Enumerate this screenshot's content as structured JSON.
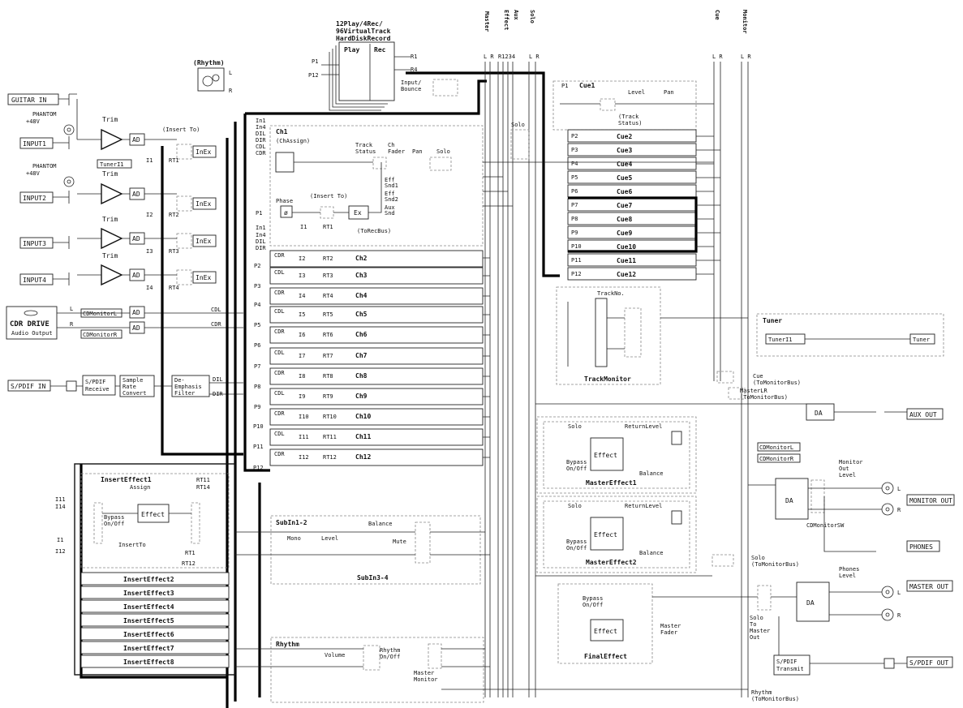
{
  "inputs": {
    "guitar_in": "GUITAR IN",
    "input1": "INPUT1",
    "input2": "INPUT2",
    "input3": "INPUT3",
    "input4": "INPUT4",
    "spdif_in": "S/PDIF IN",
    "phantom": "PHANTOM",
    "plus48v": "+48V",
    "trim": "Trim",
    "insert_to": "(Insert To)",
    "tuner_i1": "TunerI1",
    "ad": "AD",
    "inex": "InEx",
    "i_labels": [
      "I1",
      "I2",
      "I3",
      "I4"
    ],
    "rt_labels": [
      "RT1",
      "RT2",
      "RT3",
      "RT4"
    ]
  },
  "cdr": {
    "title": "CDR DRIVE",
    "subtitle": "Audio Output",
    "monitor_l": "CDMonitorL",
    "monitor_r": "CDMonitorR",
    "cdl": "CDL",
    "cdr": "CDR",
    "l": "L",
    "r": "R"
  },
  "spdif": {
    "receive": [
      "S/PDIF",
      "Receive"
    ],
    "src": [
      "Sample",
      "Rate",
      "Convert"
    ],
    "deemph": [
      "De-",
      "Emphasis",
      "Filter"
    ],
    "dil": "DIL",
    "dir": "DIR"
  },
  "recorder": {
    "title": [
      "12Play/4Rec/",
      "96VirtualTrack",
      "HardDiskRecord"
    ],
    "play": "Play",
    "rec": "Rec",
    "p1": "P1",
    "p12": "P12",
    "r1": "R1",
    "r4": "R4",
    "input_bounce": [
      "Input/",
      "Bounce"
    ]
  },
  "rhythm_top": "(Rhythm)",
  "channel1": {
    "title": "Ch1",
    "assign": "(ChAssign)",
    "in_labels": [
      "In1",
      "In4",
      "DIL",
      "DIR",
      "CDL",
      "CDR"
    ],
    "in_labels2": [
      "In1",
      "In4",
      "DIL",
      "DIR"
    ],
    "track_status": [
      "Track",
      "Status"
    ],
    "ch_fader": [
      "Ch",
      "Fader"
    ],
    "pan": "Pan",
    "solo": "Solo",
    "eff_snd1": [
      "Eff",
      "Snd1"
    ],
    "eff_snd2": [
      "Eff",
      "Snd2"
    ],
    "aux_snd": [
      "Aux",
      "Snd"
    ],
    "phase": "Phase",
    "insert_to": "(Insert To)",
    "ex": "Ex",
    "to_rec_bus": "(ToRecBus)",
    "i1": "I1",
    "rt1": "RT1",
    "p1": "P1"
  },
  "channels": [
    {
      "src": "CDR",
      "p": "P2",
      "i": "I2",
      "rt": "RT2",
      "name": "Ch2"
    },
    {
      "src": "CDL",
      "p": "P3",
      "i": "I3",
      "rt": "RT3",
      "name": "Ch3"
    },
    {
      "src": "CDR",
      "p": "P4",
      "i": "I4",
      "rt": "RT4",
      "name": "Ch4"
    },
    {
      "src": "CDL",
      "p": "P5",
      "i": "I5",
      "rt": "RT5",
      "name": "Ch5"
    },
    {
      "src": "CDR",
      "p": "P6",
      "i": "I6",
      "rt": "RT6",
      "name": "Ch6"
    },
    {
      "src": "CDL",
      "p": "P7",
      "i": "I7",
      "rt": "RT7",
      "name": "Ch7"
    },
    {
      "src": "CDR",
      "p": "P8",
      "i": "I8",
      "rt": "RT8",
      "name": "Ch8"
    },
    {
      "src": "CDL",
      "p": "P9",
      "i": "I9",
      "rt": "RT9",
      "name": "Ch9"
    },
    {
      "src": "CDR",
      "p": "P10",
      "i": "I10",
      "rt": "RT10",
      "name": "Ch10"
    },
    {
      "src": "CDL",
      "p": "P11",
      "i": "I11",
      "rt": "RT11",
      "name": "Ch11"
    },
    {
      "src": "CDR",
      "p": "P12",
      "i": "I12",
      "rt": "RT12",
      "name": "Ch12"
    }
  ],
  "buses": {
    "master": "Master",
    "effect": "Effect",
    "aux": "Aux",
    "solo": "Solo",
    "cue": "Cue",
    "monitor": "Monitor",
    "lr": "L R",
    "r1234": "R1234",
    "l": "L",
    "r": "R"
  },
  "cue": {
    "p1": "P1",
    "title": "Cue1",
    "level": "Level",
    "pan": "Pan",
    "track_status": [
      "(Track",
      "Status)"
    ],
    "rows": [
      {
        "p": "P2",
        "name": "Cue2"
      },
      {
        "p": "P3",
        "name": "Cue3"
      },
      {
        "p": "P4",
        "name": "Cue4"
      },
      {
        "p": "P5",
        "name": "Cue5"
      },
      {
        "p": "P6",
        "name": "Cue6"
      },
      {
        "p": "P7",
        "name": "Cue7"
      },
      {
        "p": "P8",
        "name": "Cue8"
      },
      {
        "p": "P9",
        "name": "Cue9"
      },
      {
        "p": "P10",
        "name": "Cue10"
      },
      {
        "p": "P11",
        "name": "Cue11"
      },
      {
        "p": "P12",
        "name": "Cue12"
      }
    ]
  },
  "track_monitor": {
    "title": "TrackMonitor",
    "track_no": "TrackNo."
  },
  "solo_mid": "Solo",
  "tuner": {
    "title": "Tuner",
    "tuner_i1": "TunerI1",
    "tuner": "Tuner"
  },
  "monitor_bus": {
    "cue_to": [
      "Cue",
      "(ToMonitorBus)"
    ],
    "masterlr_to": [
      "MasterLR",
      "(ToMonitorBus)"
    ],
    "solo_to": [
      "Solo",
      "(ToMonitorBus)"
    ],
    "rhythm_to": [
      "Rhythm",
      "(ToMonitorBus)"
    ]
  },
  "outputs": {
    "aux_out": "AUX OUT",
    "monitor_out": "MONITOR OUT",
    "phones": "PHONES",
    "master_out": "MASTER OUT",
    "spdif_out": "S/PDIF OUT",
    "da": "DA",
    "cd_monitor_l": "CDMonitorL",
    "cd_monitor_r": "CDMonitorR",
    "cd_monitor_sw": "CDMonitorSW",
    "monitor_out_level": [
      "Monitor",
      "Out",
      "Level"
    ],
    "phones_level": [
      "Phones",
      "Level"
    ],
    "spdif_transmit": [
      "S/PDIF",
      "Transmit"
    ],
    "l": "L",
    "r": "R"
  },
  "master_effects": [
    {
      "title": "MasterEffect1",
      "solo": "Solo",
      "return_level": "ReturnLevel",
      "effect": "Effect",
      "bypass": [
        "Bypass",
        "On/Off"
      ],
      "balance": "Balance"
    },
    {
      "title": "MasterEffect2",
      "solo": "Solo",
      "return_level": "ReturnLevel",
      "effect": "Effect",
      "bypass": [
        "Bypass",
        "On/Off"
      ],
      "balance": "Balance"
    }
  ],
  "final_effect": {
    "title": "FinalEffect",
    "bypass": [
      "Bypass",
      "On/Off"
    ],
    "effect": "Effect",
    "master_fader": [
      "Master",
      "Fader"
    ],
    "solo_master": [
      "Solo",
      "To",
      "Master",
      "Out"
    ]
  },
  "insert_effect": {
    "title": "InsertEffect1",
    "assign": "Assign",
    "effect": "Effect",
    "bypass": [
      "Bypass",
      "On/Off"
    ],
    "insert_to": "InsertTo",
    "i11": "I11",
    "i14": "I14",
    "i1": "I1",
    "i12": "I12",
    "rt11": "RT11",
    "rt14": "RT14",
    "rt1": "RT1",
    "rt12": "RT12",
    "others": [
      "InsertEffect2",
      "InsertEffect3",
      "InsertEffect4",
      "InsertEffect5",
      "InsertEffect6",
      "InsertEffect7",
      "InsertEffect8"
    ]
  },
  "sub_in": {
    "title": "SubIn1-2",
    "title2": "SubIn3-4",
    "mono": "Mono",
    "level": "Level",
    "balance": "Balance",
    "mute": "Mute"
  },
  "rhythm": {
    "title": "Rhythm",
    "volume": "Volume",
    "onoff": [
      "Rhythm",
      "On/Off"
    ],
    "master_monitor": [
      "Master",
      "Monitor"
    ]
  }
}
